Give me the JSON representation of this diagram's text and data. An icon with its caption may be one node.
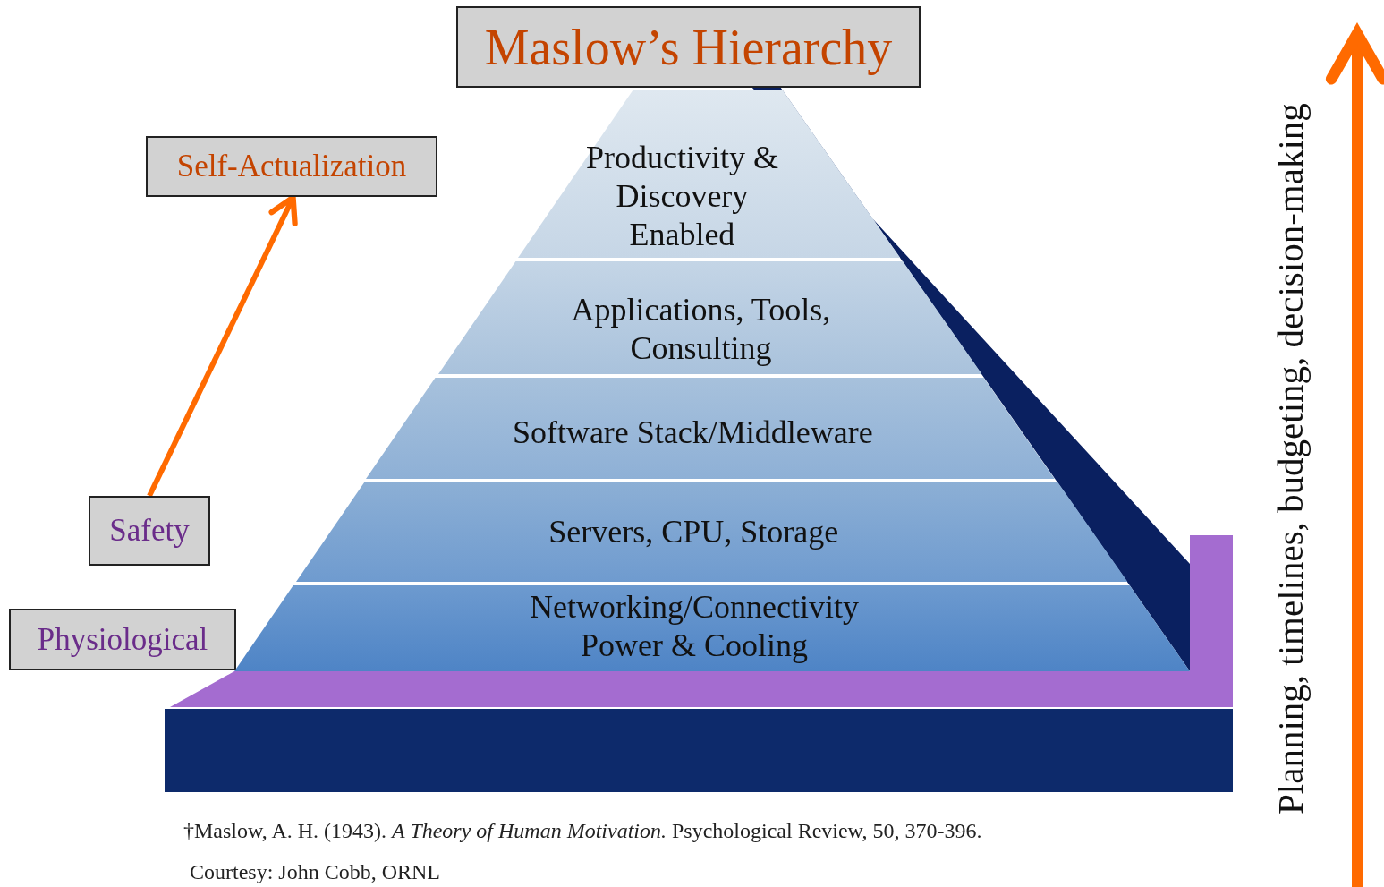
{
  "diagram": {
    "title": "Maslow’s Hierarchy",
    "caption": "†Maslow, A. H. (1943). *A Theory of Human Motivation.* Psychological Review, 50, 370-396.",
    "nodes": [
      {
        "text": [
          "Self-Actualization"
        ]
      },
      {
        "text": [
          "Safety"
        ]
      },
      {
        "text": [
          "Physiological"
        ]
      },
      {
        "text": [
          "Productivity & Discovery Enabled"
        ]
      },
      {
        "text": [
          "Applications, Tools, Consulting"
        ]
      },
      {
        "text": [
          "Software Stack/Middleware"
        ]
      },
      {
        "text": [
          "Servers, CPU, Storage"
        ]
      },
      {
        "text": [
          "Networking/Connectivity Power & Cooling"
        ]
      }
    ],
    "edges": [
      {
        "from": 1,
        "to": 0,
        "arrow": "to"
      }
    ],
    "labels": [
      "Planning, timelines, budgeting, decision-making",
      "Courtesy: John Cobb, ORNL"
    ]
  }
}
